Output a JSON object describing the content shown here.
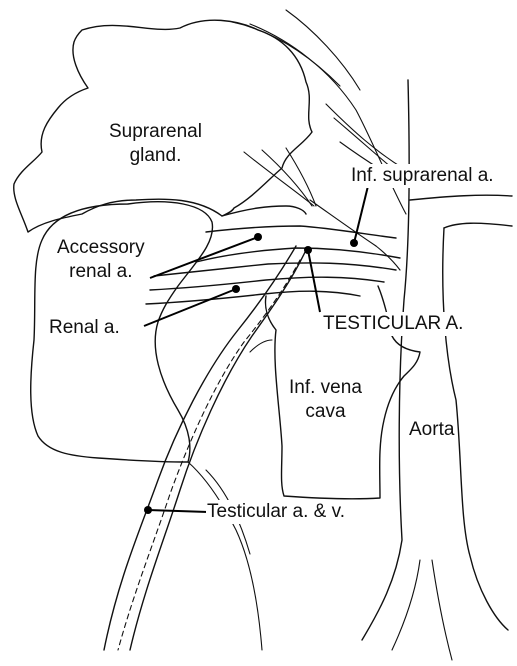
{
  "labels": {
    "suprarenal_gland": [
      "Suprarenal",
      "gland."
    ],
    "inf_suprarenal": "Inf. suprarenal a.",
    "accessory_renal": [
      "Accessory",
      "renal a."
    ],
    "renal": "Renal a.",
    "testicular_caps": "TESTICULAR A.",
    "ivc": [
      "Inf. vena",
      "cava"
    ],
    "aorta": "Aorta",
    "testicular_av": "Testicular a. & v."
  },
  "colors": {
    "line": "#111111",
    "background": "#ffffff"
  }
}
